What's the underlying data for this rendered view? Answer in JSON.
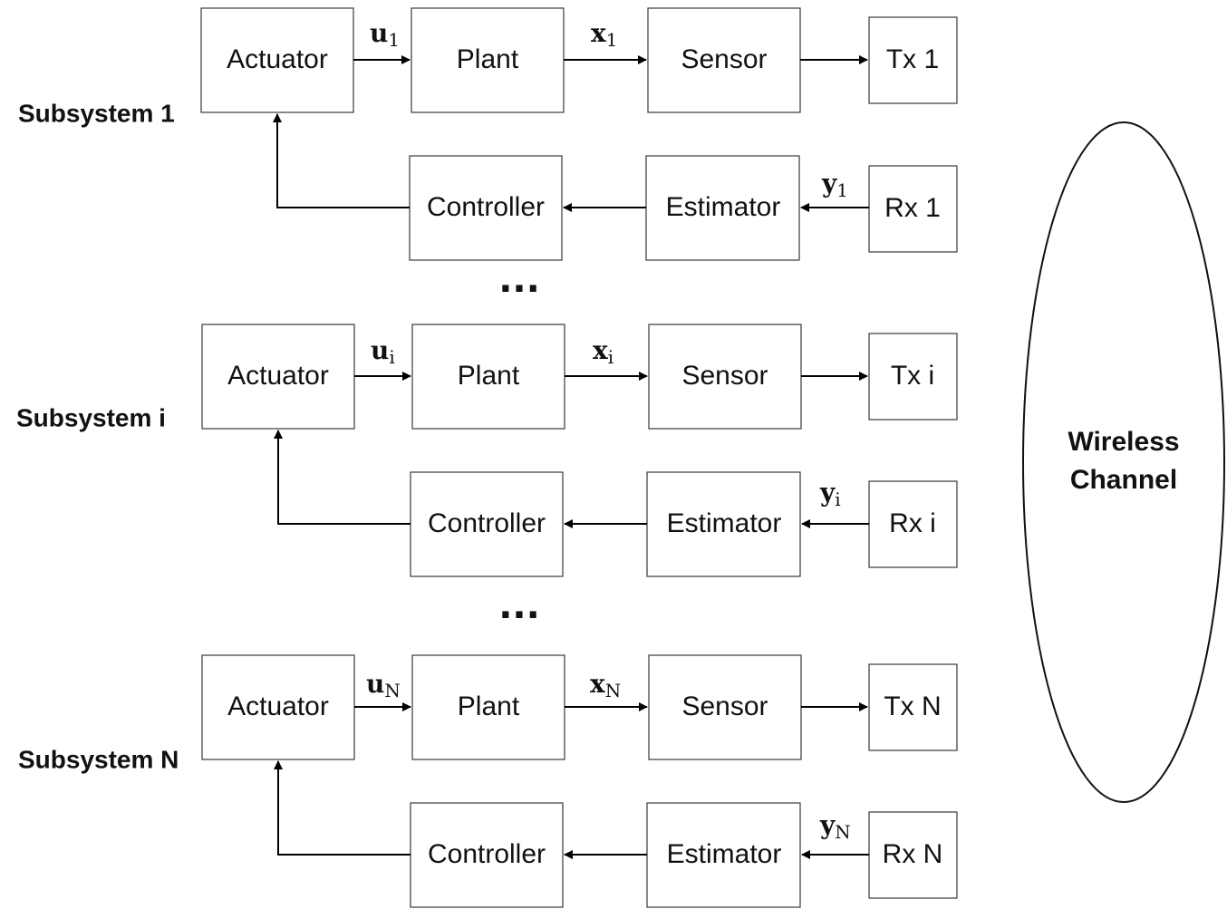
{
  "subsystems": [
    {
      "label": "Subsystem 1",
      "blocks": {
        "actuator": "Actuator",
        "plant": "Plant",
        "sensor": "Sensor",
        "tx": "Tx 1",
        "controller": "Controller",
        "estimator": "Estimator",
        "rx": "Rx 1"
      },
      "signals": {
        "u": {
          "base": "u",
          "sub": "1"
        },
        "x": {
          "base": "x",
          "sub": "1"
        },
        "y": {
          "base": "y",
          "sub": "1"
        }
      }
    },
    {
      "label": "Subsystem i",
      "blocks": {
        "actuator": "Actuator",
        "plant": "Plant",
        "sensor": "Sensor",
        "tx": "Tx i",
        "controller": "Controller",
        "estimator": "Estimator",
        "rx": "Rx i"
      },
      "signals": {
        "u": {
          "base": "u",
          "sub": "i"
        },
        "x": {
          "base": "x",
          "sub": "i"
        },
        "y": {
          "base": "y",
          "sub": "i"
        }
      }
    },
    {
      "label": "Subsystem N",
      "blocks": {
        "actuator": "Actuator",
        "plant": "Plant",
        "sensor": "Sensor",
        "tx": "Tx N",
        "controller": "Controller",
        "estimator": "Estimator",
        "rx": "Rx N"
      },
      "signals": {
        "u": {
          "base": "u",
          "sub": "N"
        },
        "x": {
          "base": "x",
          "sub": "N"
        },
        "y": {
          "base": "y",
          "sub": "N"
        }
      }
    }
  ],
  "ellipsis": "...",
  "channel": {
    "line1": "Wireless",
    "line2": "Channel"
  }
}
